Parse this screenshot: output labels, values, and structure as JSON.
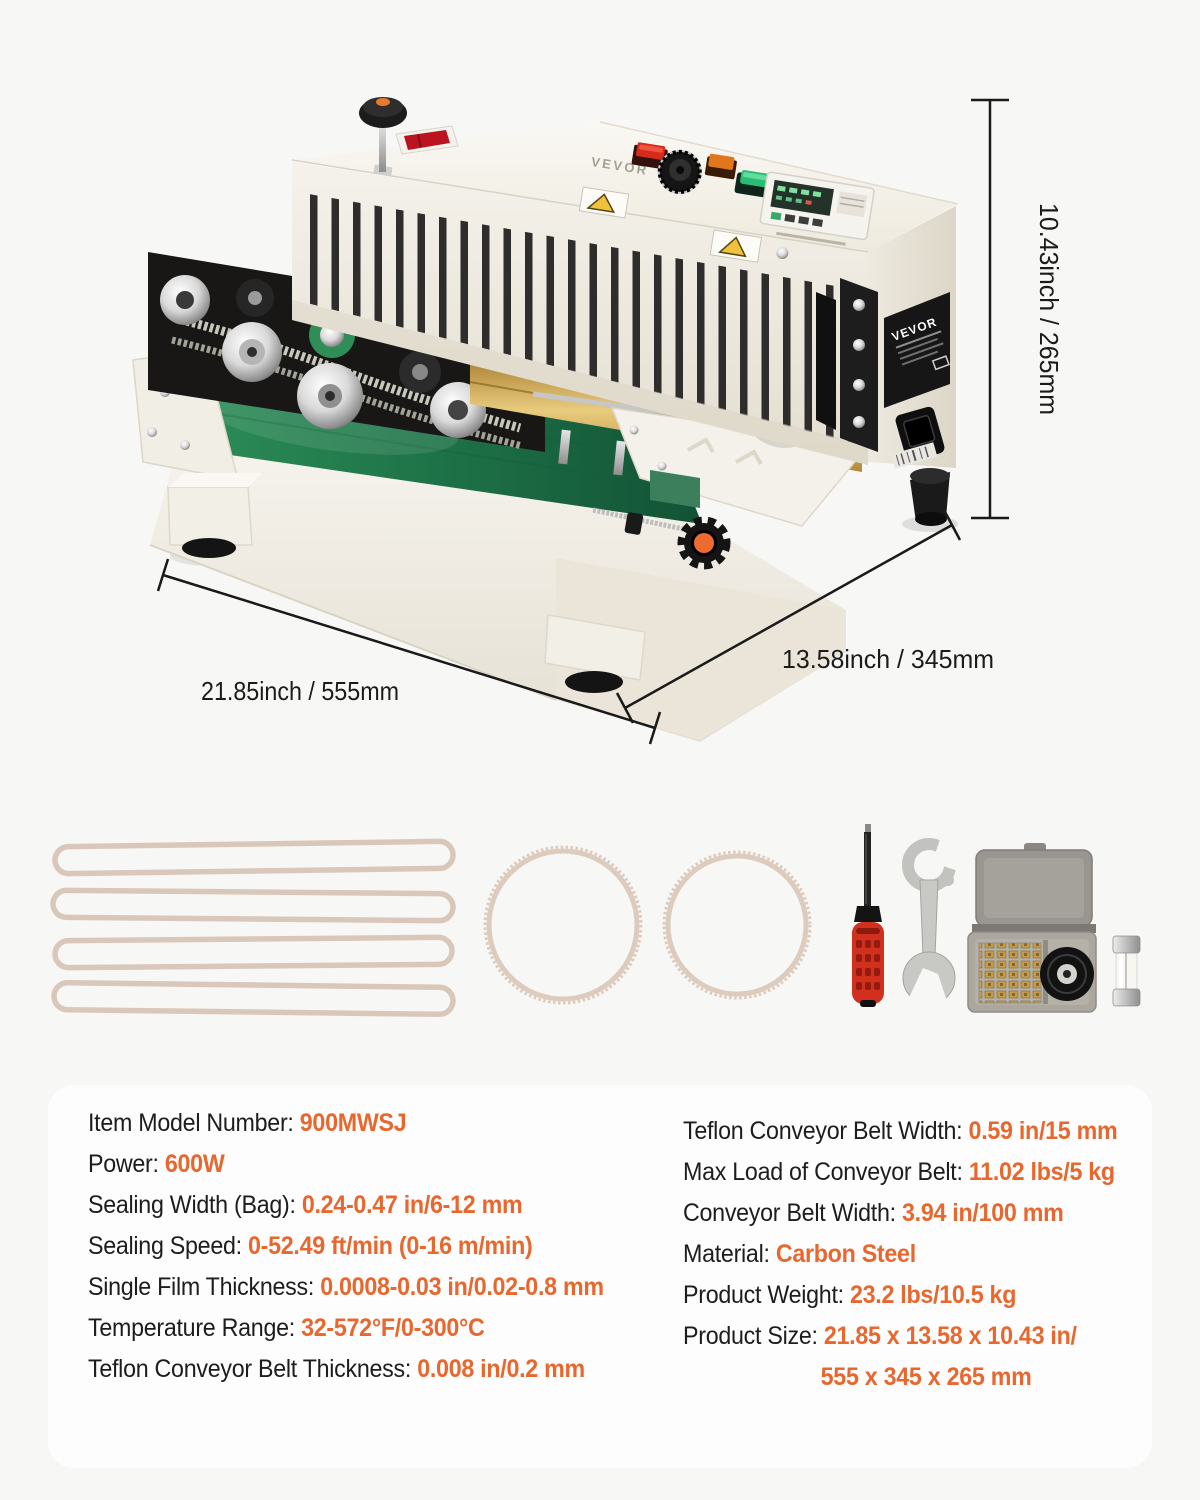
{
  "brand": "VEVOR",
  "dimension_labels": {
    "height": "10.43inch / 265mm",
    "length": "21.85inch / 555mm",
    "width": "13.58inch / 345mm"
  },
  "specs": {
    "left": [
      {
        "label": "Item Model Number: ",
        "value": "900MWSJ"
      },
      {
        "label": "Power: ",
        "value": "600W"
      },
      {
        "label": "Sealing Width (Bag): ",
        "value": "0.24-0.47 in/6-12 mm"
      },
      {
        "label": "Sealing Speed: ",
        "value": "0-52.49 ft/min (0-16 m/min)"
      },
      {
        "label": "Single Film Thickness: ",
        "value": "0.0008-0.03 in/0.02-0.8 mm"
      },
      {
        "label": "Temperature Range: ",
        "value": "32-572°F/0-300°C"
      },
      {
        "label": "Teflon Conveyor Belt Thickness: ",
        "value": "0.008 in/0.2 mm"
      }
    ],
    "right": [
      {
        "label": "Teflon Conveyor Belt Width: ",
        "value": "0.59 in/15 mm"
      },
      {
        "label": "Max Load of Conveyor Belt: ",
        "value": "11.02 lbs/5 kg"
      },
      {
        "label": "Conveyor Belt Width: ",
        "value": "3.94 in/100 mm"
      },
      {
        "label": "Material: ",
        "value": "Carbon Steel"
      },
      {
        "label": "Product Weight: ",
        "value": "23.2 lbs/10.5 kg"
      },
      {
        "label": "Product Size: ",
        "value": "21.85 x 13.58 x 10.43 in/",
        "value2": "555 x 345 x 265 mm"
      }
    ]
  },
  "accessory_names": [
    "teflon-belt-strips",
    "round-drive-belts",
    "screwdriver",
    "hook-wrench",
    "letter-stamp-box",
    "ink-ribbon-roll",
    "fuse"
  ],
  "colors": {
    "accent": "#e8672e",
    "text": "#1d1d1f",
    "card_bg": "#fdfdfd",
    "page_bg": "#f7f7f5",
    "machine_green": "#1f7a4d",
    "machine_cream": "#efece4"
  }
}
